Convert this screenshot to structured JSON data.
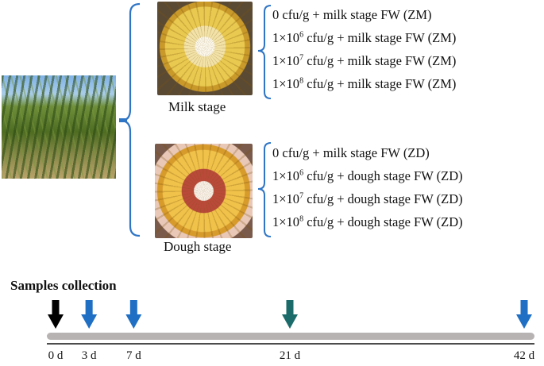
{
  "milk_stage": {
    "caption": "Milk stage",
    "treatments": [
      {
        "prefix": "0",
        "exp": "",
        "rest": " cfu/g + milk stage FW (ZM)"
      },
      {
        "prefix": "1×10",
        "exp": "6",
        "rest": " cfu/g + milk stage FW (ZM)"
      },
      {
        "prefix": "1×10",
        "exp": "7",
        "rest": " cfu/g + milk stage FW (ZM)"
      },
      {
        "prefix": "1×10",
        "exp": "8",
        "rest": " cfu/g + milk stage FW (ZM)"
      }
    ]
  },
  "dough_stage": {
    "caption": "Dough stage",
    "treatments": [
      {
        "prefix": "0",
        "exp": "",
        "rest": " cfu/g + milk stage FW (ZD)"
      },
      {
        "prefix": "1×10",
        "exp": "6",
        "rest": " cfu/g + dough stage FW (ZD)"
      },
      {
        "prefix": "1×10",
        "exp": "7",
        "rest": " cfu/g + dough stage FW (ZD)"
      },
      {
        "prefix": "1×10",
        "exp": "8",
        "rest": " cfu/g + dough stage FW (ZD)"
      }
    ]
  },
  "timeline": {
    "title": "Samples collection",
    "days": [
      0,
      3,
      7,
      21,
      42
    ],
    "labels": [
      "0 d",
      "3 d",
      "7 d",
      "21 d",
      "42 d"
    ],
    "arrow_colors": [
      "#000000",
      "#1f6fc4",
      "#1f6fc4",
      "#1c6b6b",
      "#1f6fc4"
    ]
  },
  "colors": {
    "brace": "#2e75c6",
    "bar": "#b7b3b3"
  }
}
